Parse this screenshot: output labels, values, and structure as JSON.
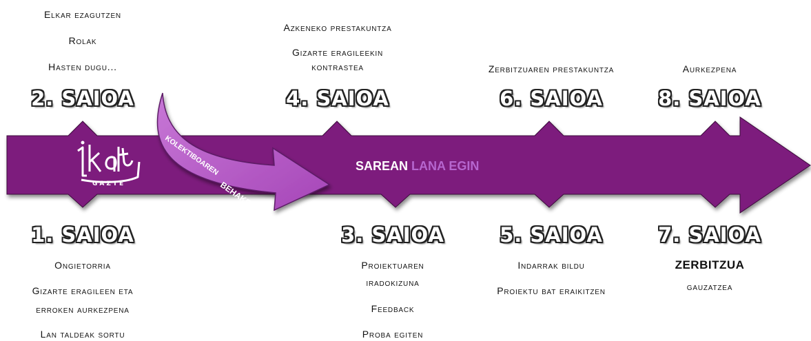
{
  "colors": {
    "arrow": "#7d1a7d",
    "arrow_light": "#b65ac6",
    "text": "#111111"
  },
  "logo_icon": "ikas-gazte-logo",
  "top": [
    {
      "session": "2. SAIOA",
      "lines": [
        "Elkar ezagutzen",
        "Rolak",
        "Hasten dugu..."
      ]
    },
    {
      "session": "4. SAIOA",
      "lines": [
        "Azkeneko prestakuntza",
        "Gizarte eragileekin",
        "kontrastea"
      ]
    },
    {
      "session": "6. SAIOA",
      "lines": [
        "Zerbitzuaren prestakuntza"
      ]
    },
    {
      "session": "8. SAIOA",
      "lines": [
        "Aurkezpena"
      ]
    }
  ],
  "bottom": [
    {
      "session": "1. SAIOA",
      "lines": [
        "Ongietorria",
        "Gizarte eragileen eta",
        "erroken aurkezpena",
        "Lan taldeak sortu"
      ]
    },
    {
      "session": "3. SAIOA",
      "lines": [
        "Proiektuaren",
        "iradokizuna",
        "Feedback",
        "Proba egiten"
      ]
    },
    {
      "session": "5. SAIOA",
      "lines": [
        "Indarrak bildu",
        "Proiektu bat eraikitzen"
      ]
    },
    {
      "session": "7. SAIOA",
      "lines": [
        "ZERBITZUA",
        "gauzatzea"
      ]
    }
  ],
  "center_label": {
    "part1": "SAREAN",
    "part2": "LANA EGIN"
  },
  "curve_label": {
    "part1": "KOLEKTIBOAREN",
    "part2": "BEHAKETA"
  }
}
